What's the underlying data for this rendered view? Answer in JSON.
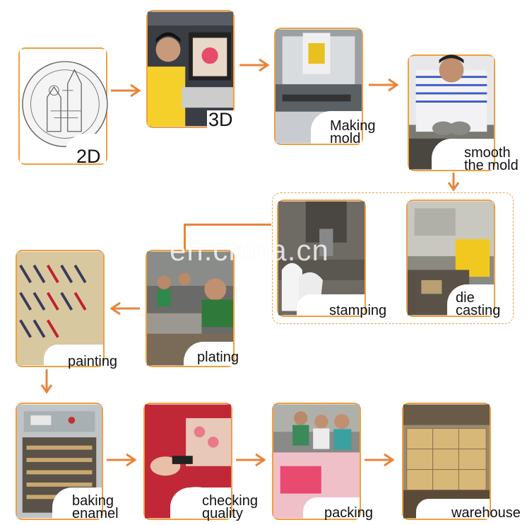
{
  "steps": {
    "s2d": "2D",
    "s3d": "3D",
    "making_mold": [
      "Making",
      "mold"
    ],
    "smooth_mold": [
      "smooth",
      "the mold"
    ],
    "stamping": "stamping",
    "die_casting": [
      "die",
      "casting"
    ],
    "plating": "plating",
    "painting": "painting",
    "baking_enamel": [
      "baking",
      "enamel"
    ],
    "checking_quality": [
      "checking",
      "quality"
    ],
    "packing": "packing",
    "warehouse": "warehouse"
  },
  "watermark": "en.china.cn",
  "colors": {
    "accent": "#f0a040",
    "arrow": "#e8843a"
  }
}
